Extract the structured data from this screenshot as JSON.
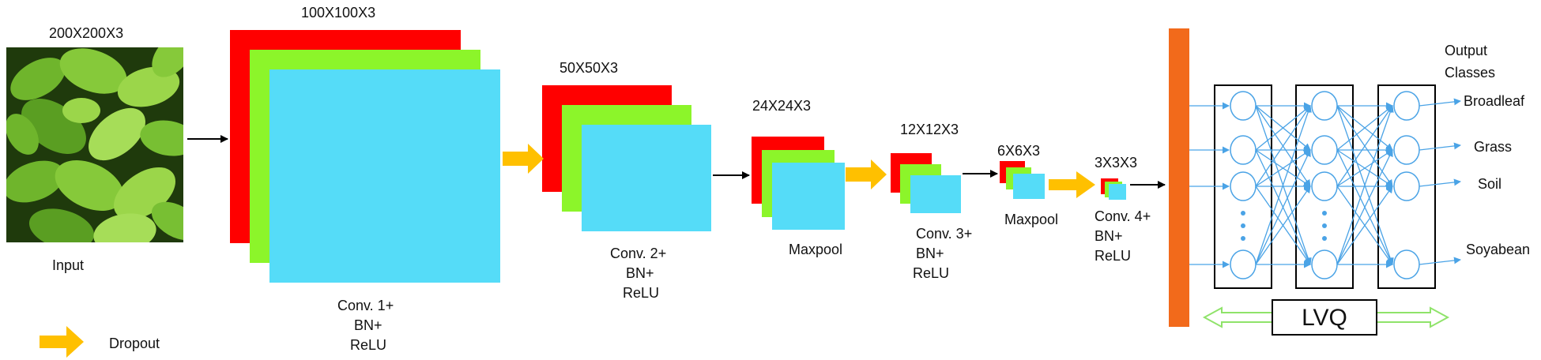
{
  "input": {
    "size": "200X200X3",
    "label": "Input"
  },
  "stages": [
    {
      "size": "100X100X3",
      "label": [
        "Conv. 1+",
        "BN+",
        "ReLU"
      ]
    },
    {
      "size": "50X50X3",
      "label": [
        "Conv. 2+",
        "BN+",
        "ReLU"
      ]
    },
    {
      "size": "24X24X3",
      "label": [
        "Maxpool"
      ]
    },
    {
      "size": "12X12X3",
      "label": [
        "Conv. 3+",
        "BN+",
        "ReLU"
      ]
    },
    {
      "size": "6X6X3",
      "label": [
        "Maxpool"
      ]
    },
    {
      "size": "3X3X3",
      "label": [
        "Conv. 4+",
        "BN+",
        "ReLU"
      ]
    }
  ],
  "legend": {
    "dropout": "Dropout"
  },
  "output": {
    "title": [
      "Output",
      "Classes"
    ],
    "classes": [
      "Broadleaf",
      "Grass",
      "Soil",
      "Soyabean"
    ]
  },
  "lvq": {
    "label": "LVQ"
  },
  "colors": {
    "red": "#ff0000",
    "green": "#8cf52a",
    "cyan": "#55dcf8",
    "orange_bar": "#f26a1b",
    "dropout_arrow": "#ffc000",
    "network": "#4aa3e6",
    "lvq_arrow": "#8fe36a",
    "leaf_dark": "#1f3a0c",
    "leaf_light": "#86c93a"
  }
}
